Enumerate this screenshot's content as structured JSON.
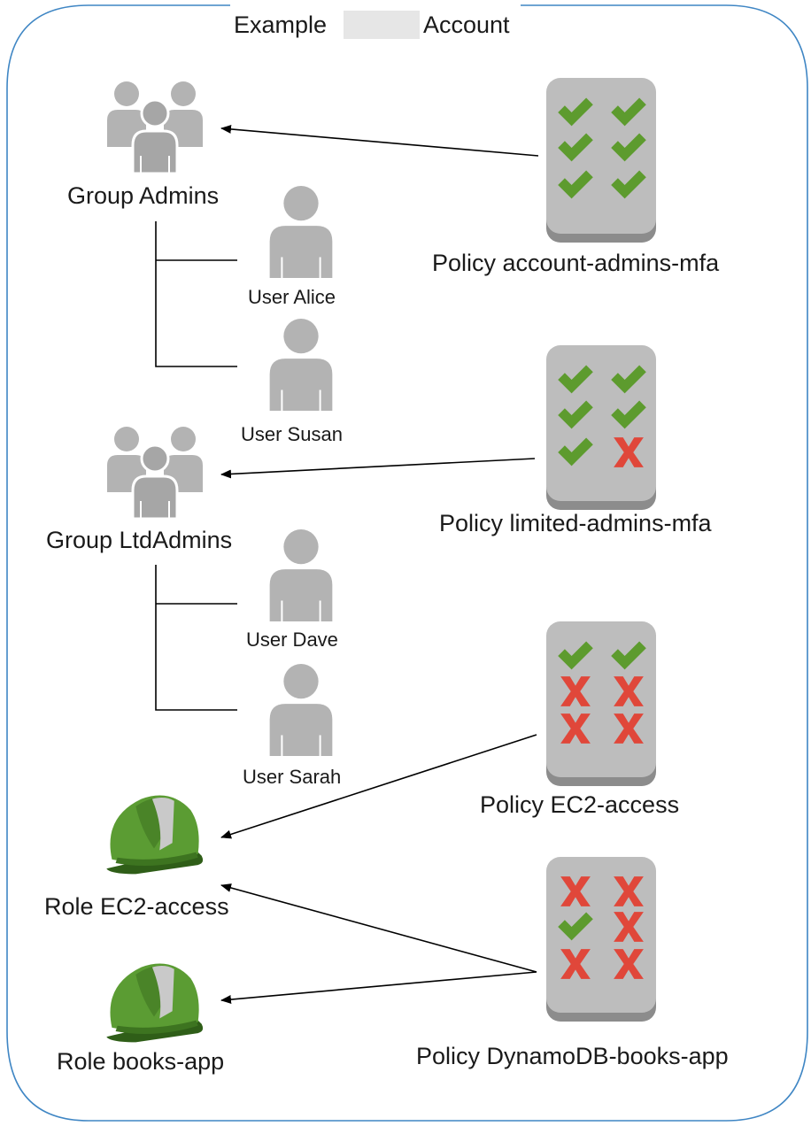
{
  "account": {
    "prefix": "Example",
    "suffix": "Account"
  },
  "colors": {
    "border": "#3f86c4",
    "icon_gray": "#b3b3b3",
    "icon_gray_dark": "#8c8c8c",
    "allow": "#5d9b2e",
    "deny": "#e0473a",
    "role_green": "#5b9c33",
    "role_dark": "#2f5e18"
  },
  "groups": [
    {
      "label": "Group Admins"
    },
    {
      "label": "Group LtdAdmins"
    }
  ],
  "users": [
    {
      "label": "User Alice"
    },
    {
      "label": "User Susan"
    },
    {
      "label": "User Dave"
    },
    {
      "label": "User Sarah"
    }
  ],
  "roles": [
    {
      "label": "Role EC2-access"
    },
    {
      "label": "Role books-app"
    }
  ],
  "policies": [
    {
      "label": "Policy account-admins-mfa",
      "grid": [
        "allow",
        "allow",
        "allow",
        "allow",
        "allow",
        "allow"
      ]
    },
    {
      "label": "Policy limited-admins-mfa",
      "grid": [
        "allow",
        "allow",
        "allow",
        "allow",
        "allow",
        "deny"
      ]
    },
    {
      "label": "Policy EC2-access",
      "grid": [
        "allow",
        "allow",
        "deny",
        "deny",
        "deny",
        "deny"
      ]
    },
    {
      "label": "Policy DynamoDB-books-app",
      "grid": [
        "deny",
        "deny",
        "allow",
        "deny",
        "deny",
        "deny"
      ]
    }
  ],
  "icons": {
    "group": "group-icon",
    "user": "user-icon",
    "role": "hardhat-icon",
    "policy": "policy-document-icon",
    "allow": "checkmark-icon",
    "deny": "x-mark-icon"
  }
}
